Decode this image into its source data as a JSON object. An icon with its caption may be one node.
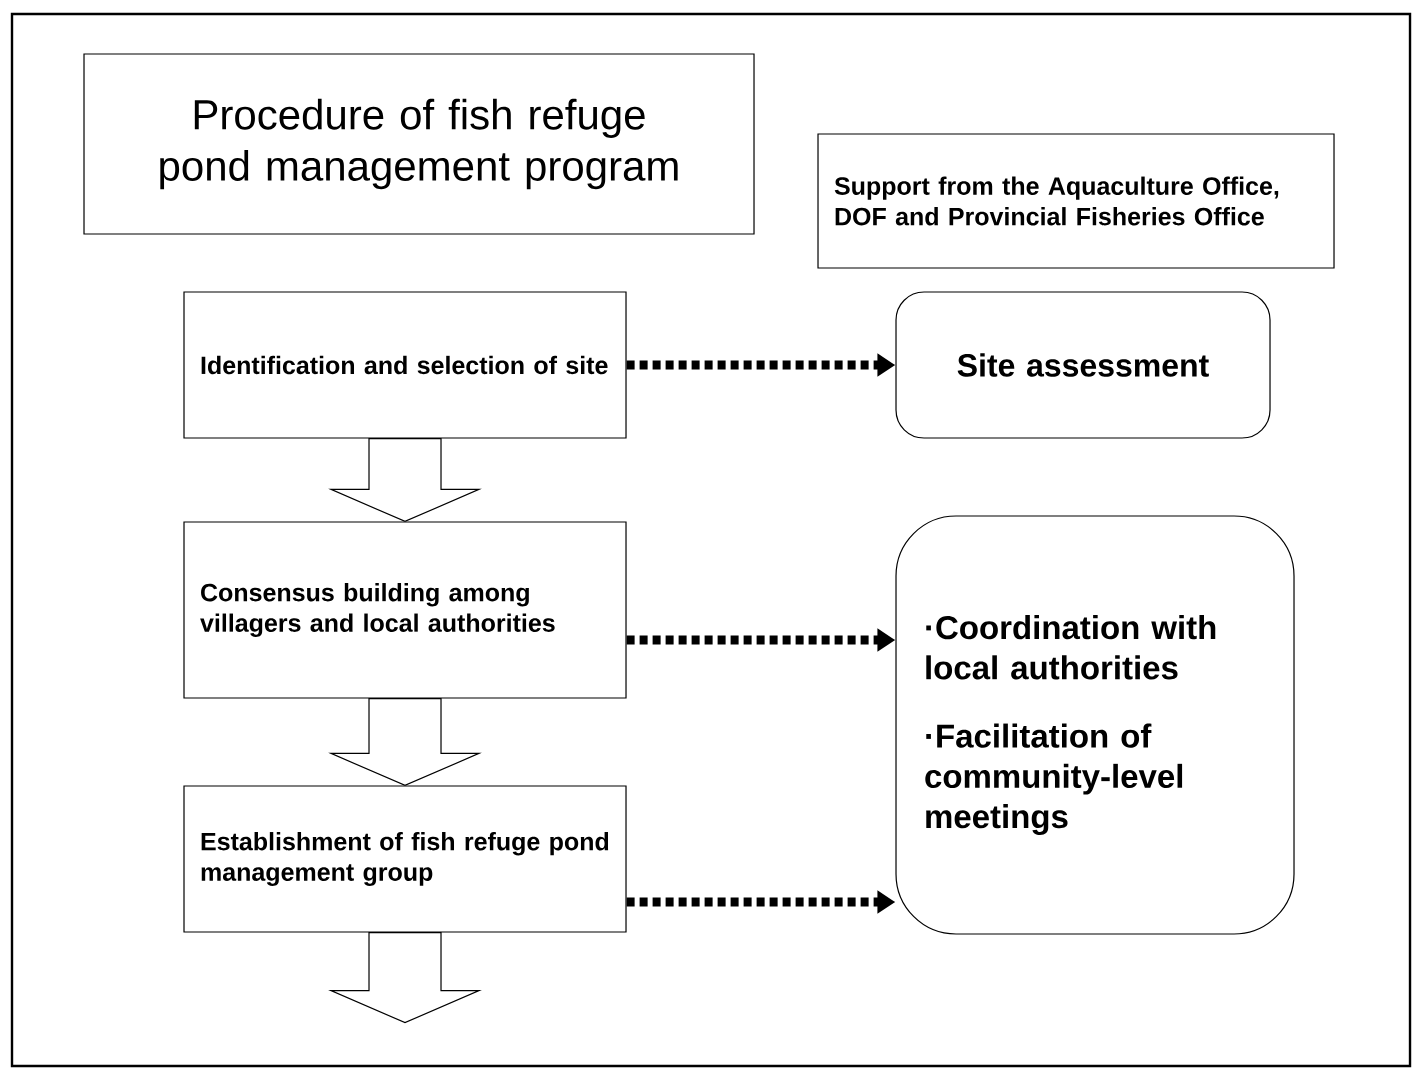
{
  "diagram": {
    "nodes": [
      {
        "text": [
          "Procedure of fish refuge pond management program"
        ]
      },
      {
        "text": [
          "Support from the Aquaculture Office, DOF and Provincial Fisheries Office"
        ]
      },
      {
        "text": [
          "Identification and selection of site"
        ]
      },
      {
        "text": [
          "Site assessment"
        ]
      },
      {
        "text": [
          "Consensus building among villagers and local authorities"
        ]
      },
      {
        "text": [
          "·Coordination with local authorities",
          "·Facilitation of community-level meetings"
        ]
      },
      {
        "text": [
          "Establishment of fish refuge pond management group"
        ]
      }
    ],
    "edges": [
      {
        "from": 2,
        "to": 3,
        "arrow": "to",
        "style": "dashed"
      },
      {
        "from": 2,
        "to": 4,
        "arrow": "to"
      },
      {
        "from": 4,
        "to": 5,
        "arrow": "to",
        "style": "dashed"
      },
      {
        "from": 4,
        "to": 6,
        "arrow": "to"
      },
      {
        "from": 6,
        "to": 5,
        "arrow": "to",
        "style": "dashed"
      },
      {
        "from": 6,
        "to": null,
        "arrow": "to"
      }
    ]
  }
}
